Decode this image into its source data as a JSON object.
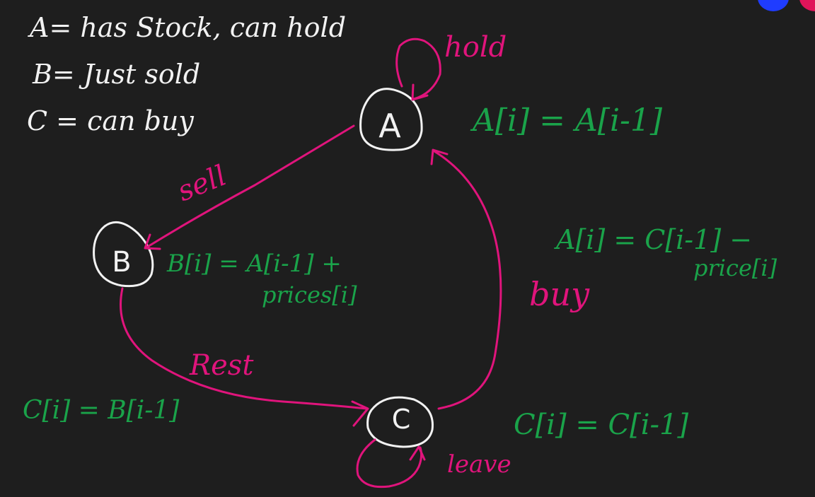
{
  "legend": {
    "line_a": "A= has Stock, can hold",
    "line_b": "B= Just sold",
    "line_c": "C = can buy"
  },
  "nodes": {
    "a": "A",
    "b": "B",
    "c": "C"
  },
  "edge_labels": {
    "hold": "hold",
    "sell": "sell",
    "buy": "buy",
    "rest": "Rest",
    "leave": "leave"
  },
  "equations": {
    "a_hold": "A[i] = A[i-1]",
    "a_buy_line1": "A[i] = C[i-1] −",
    "a_buy_line2": "price[i]",
    "b_line1": "B[i] = A[i-1] +",
    "b_line2": "prices[i]",
    "c_rest": "C[i] = B[i-1]",
    "c_leave": "C[i] = C[i-1]"
  },
  "colors": {
    "background": "#1e1e1e",
    "ink_white": "#f2f2f2",
    "ink_green": "#1aa34a",
    "ink_pink": "#e0147c",
    "corner_blue": "#1f3cff",
    "corner_red": "#e0145a"
  }
}
